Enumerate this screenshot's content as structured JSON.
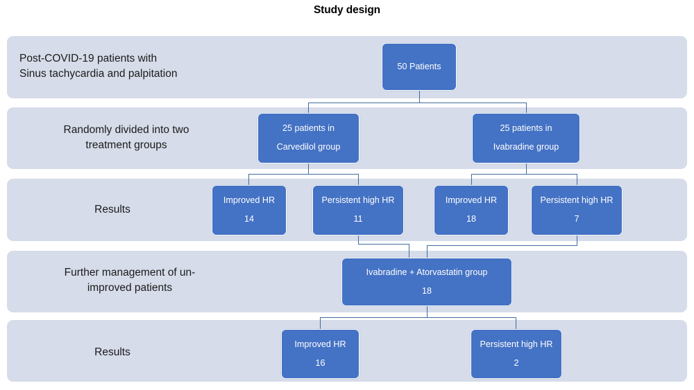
{
  "title": "Study design",
  "colors": {
    "node_fill": "#4472C4",
    "band_fill": "#D6DCE9",
    "connector": "#41699C",
    "node_text": "#FFFFFF",
    "band_text": "#1A1A1A",
    "page_background": "#FFFFFF"
  },
  "bands": [
    {
      "label": "Post-COVID-19 patients with\nSinus tachycardia and palpitation"
    },
    {
      "label": "Randomly divided into two\ntreatment groups"
    },
    {
      "label": "Results"
    },
    {
      "label": "Further management of un-\nimproved patients"
    },
    {
      "label": "Results"
    }
  ],
  "nodes": {
    "total_patients": {
      "line1": "50 Patients",
      "line2": ""
    },
    "carvedilol_group": {
      "line1": "25 patients in",
      "line2": "Carvedilol group"
    },
    "ivabradine_group": {
      "line1": "25 patients in",
      "line2": "Ivabradine group"
    },
    "carvedilol_improved": {
      "line1": "Improved HR",
      "line2": "14"
    },
    "carvedilol_persistent": {
      "line1": "Persistent high HR",
      "line2": "11"
    },
    "ivabradine_improved": {
      "line1": "Improved HR",
      "line2": "18"
    },
    "ivabradine_persistent": {
      "line1": "Persistent high HR",
      "line2": "7"
    },
    "combination_group": {
      "line1": "Ivabradine + Atorvastatin group",
      "line2": "18"
    },
    "final_improved": {
      "line1": "Improved HR",
      "line2": "16"
    },
    "final_persistent": {
      "line1": "Persistent high HR",
      "line2": "2"
    }
  },
  "chart_data": {
    "type": "diagram",
    "title": "Study design",
    "diagram_kind": "flowchart",
    "rows": [
      {
        "stage": "Post-COVID-19 patients with Sinus tachycardia and palpitation",
        "nodes": [
          {
            "label": "50 Patients",
            "count": 50
          }
        ]
      },
      {
        "stage": "Randomly divided into two treatment groups",
        "nodes": [
          {
            "label": "25 patients in Carvedilol group",
            "count": 25
          },
          {
            "label": "25 patients in Ivabradine group",
            "count": 25
          }
        ]
      },
      {
        "stage": "Results",
        "nodes": [
          {
            "label": "Improved HR",
            "count": 14,
            "parent": "Carvedilol group"
          },
          {
            "label": "Persistent high HR",
            "count": 11,
            "parent": "Carvedilol group"
          },
          {
            "label": "Improved HR",
            "count": 18,
            "parent": "Ivabradine group"
          },
          {
            "label": "Persistent high HR",
            "count": 7,
            "parent": "Ivabradine group"
          }
        ]
      },
      {
        "stage": "Further management of un-improved patients",
        "nodes": [
          {
            "label": "Ivabradine + Atorvastatin group",
            "count": 18
          }
        ]
      },
      {
        "stage": "Results",
        "nodes": [
          {
            "label": "Improved HR",
            "count": 16
          },
          {
            "label": "Persistent high HR",
            "count": 2
          }
        ]
      }
    ]
  }
}
